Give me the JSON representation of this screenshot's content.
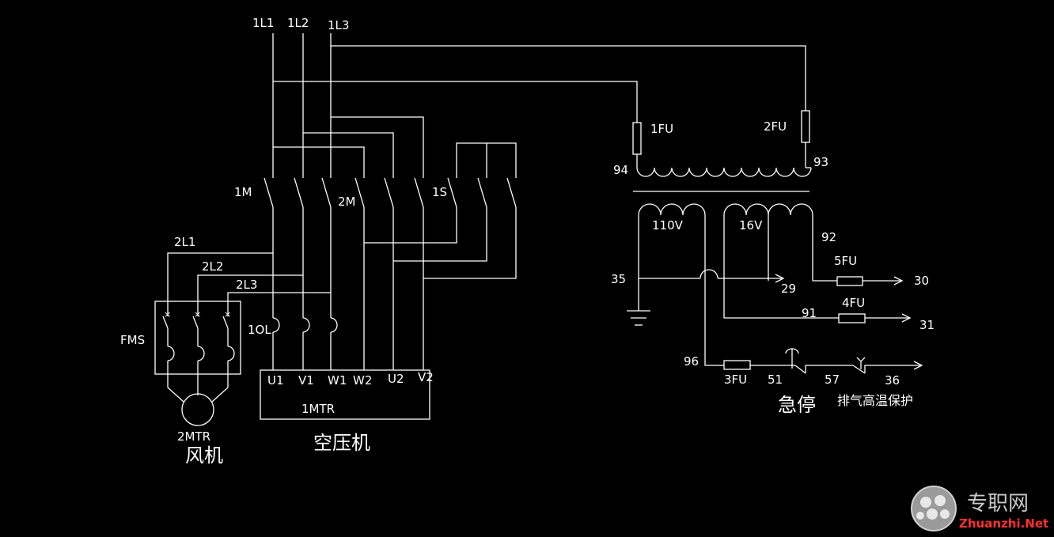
{
  "colors": {
    "background": "#000000",
    "line": "#ffffff",
    "watermark_text": "#c8c8c8",
    "watermark_url": "#ff3030"
  },
  "supply": {
    "l1": "1L1",
    "l2": "1L2",
    "l3": "1L3"
  },
  "contactors": {
    "m1": "1M",
    "m2": "2M",
    "s1": "1S"
  },
  "fan_circuit": {
    "lines": [
      "2L1",
      "2L2",
      "2L3"
    ],
    "breaker": "FMS",
    "motor": "2MTR",
    "title": "风机"
  },
  "compressor": {
    "overload": "1OL",
    "terminals": [
      "U1",
      "V1",
      "W1",
      "W2",
      "U2",
      "V2"
    ],
    "motor": "1MTR",
    "title": "空压机"
  },
  "control": {
    "fuses": {
      "f1": "1FU",
      "f2": "2FU",
      "f3": "3FU",
      "f4": "4FU",
      "f5": "5FU"
    },
    "voltages": {
      "v110": "110V",
      "v16": "16V"
    },
    "wires": {
      "n94": "94",
      "n93": "93",
      "n92": "92",
      "n35": "35",
      "n29": "29",
      "n30": "30",
      "n91": "91",
      "n31": "31",
      "n96": "96",
      "n51": "51",
      "n57": "57",
      "n36": "36"
    },
    "estop": "急停",
    "high_temp": "排气高温保护"
  },
  "watermark": {
    "name": "专职网",
    "url": "Zhuanzhi.Net"
  }
}
